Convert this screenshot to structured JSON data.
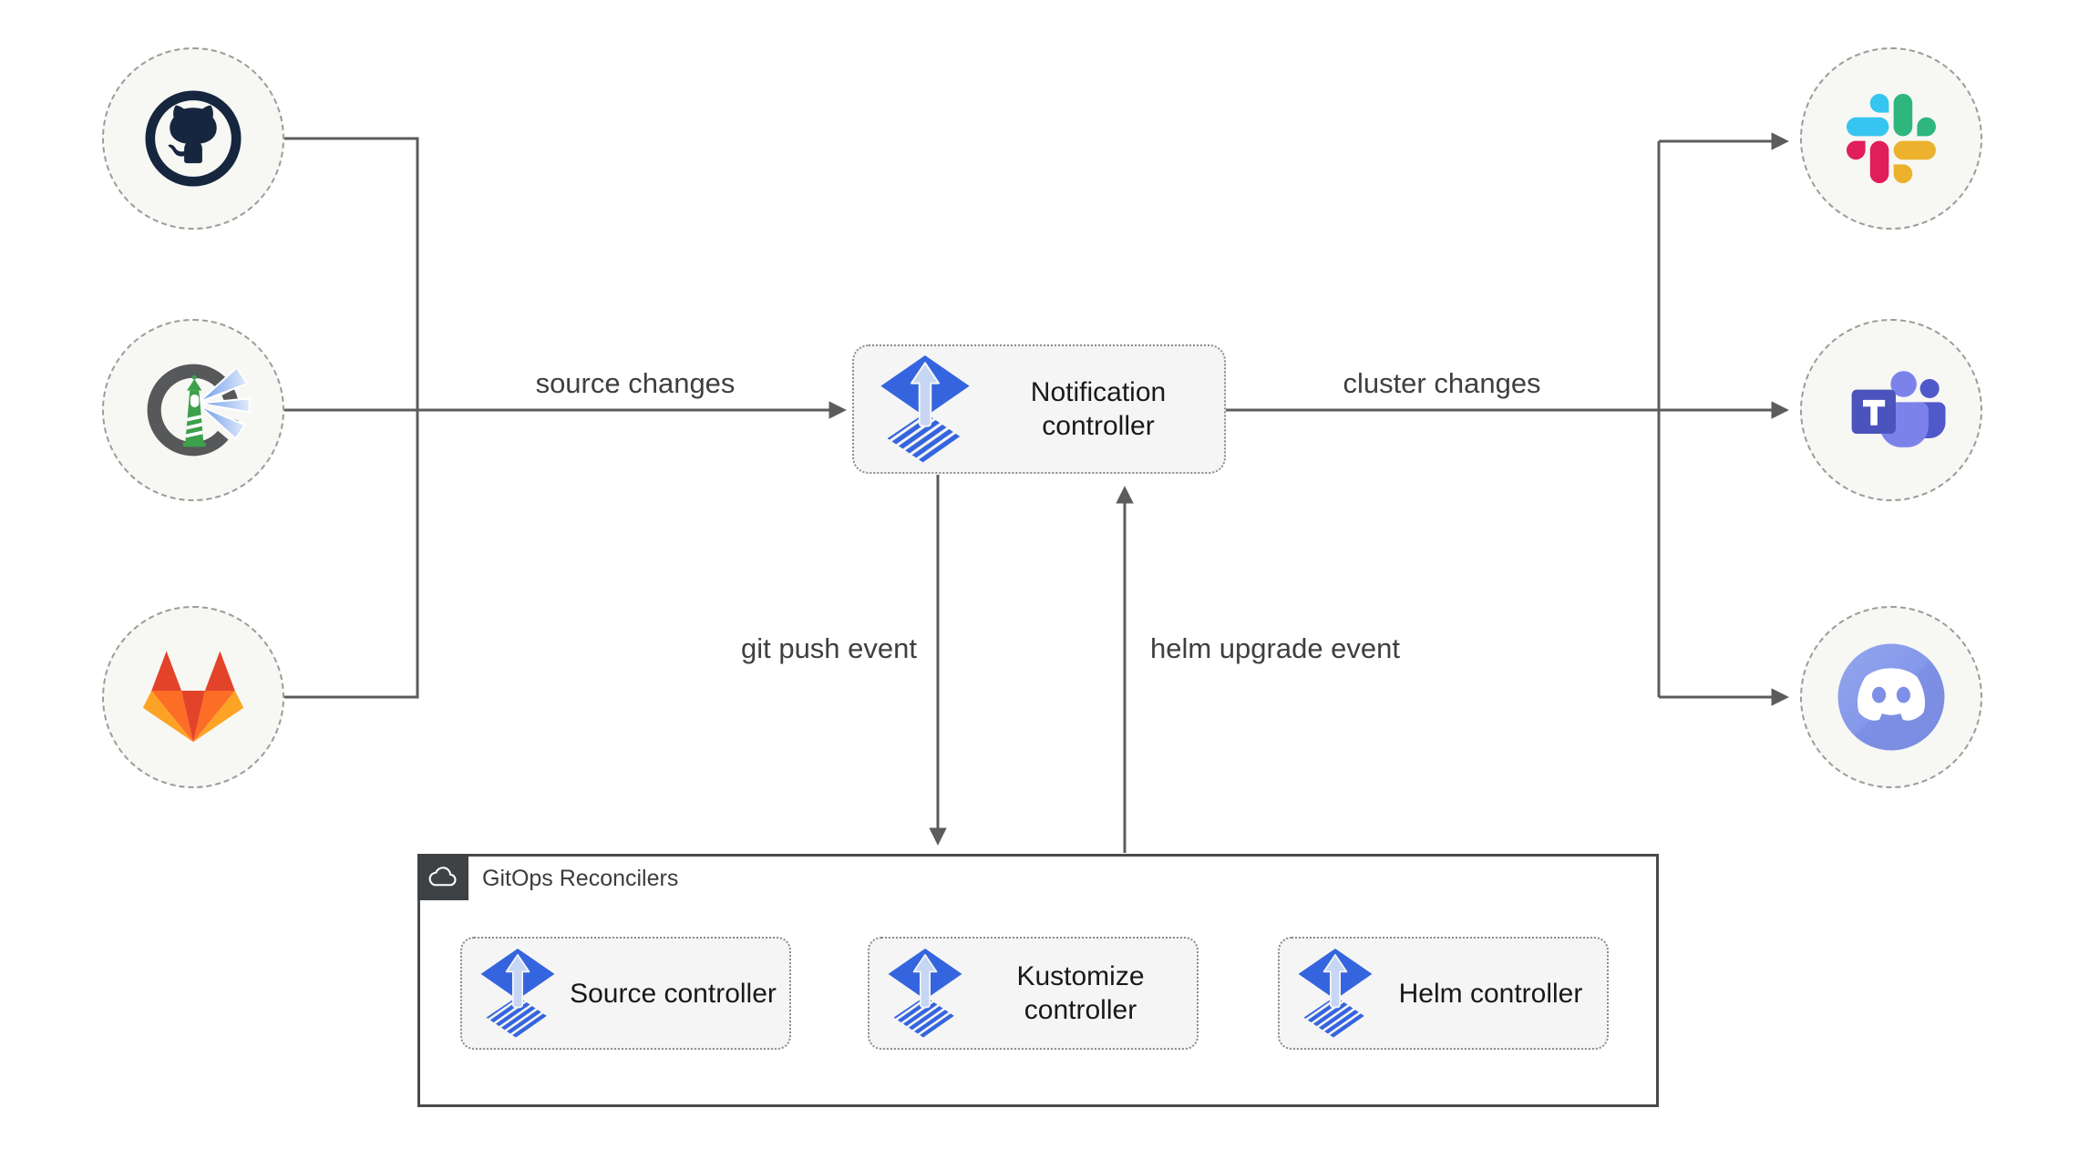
{
  "nodes": {
    "notification": {
      "label": "Notification controller"
    },
    "source": {
      "label": "Source controller"
    },
    "kustomize": {
      "label": "Kustomize controller"
    },
    "helm": {
      "label": "Helm controller"
    }
  },
  "group": {
    "title": "GitOps Reconcilers"
  },
  "edges": {
    "source_changes": "source changes",
    "cluster_changes": "cluster changes",
    "git_push_event": "git push event",
    "helm_upgrade_event": "helm upgrade event"
  },
  "icons": {
    "sources": [
      "github-icon",
      "harbor-icon",
      "gitlab-icon"
    ],
    "targets": [
      "slack-icon",
      "teams-icon",
      "discord-icon"
    ],
    "node_icon": "flux-icon",
    "group_icon": "cloud-icon"
  },
  "colors": {
    "flux_blue": "#3565de",
    "flux_arrow": "#c6d6f4",
    "connector_gray": "#5c5c5c",
    "node_fill": "#f5f5f5",
    "node_border": "#8c8c8c",
    "circle_fill": "#f7f7f4",
    "circle_border": "#9b9b9b",
    "group_border": "#4a4a4a",
    "group_badge": "#3f4245",
    "github_navy": "#16263f",
    "gitlab_red": "#e24329",
    "gitlab_orange": "#fc6d26",
    "gitlab_yellow": "#fca326",
    "harbor_gray": "#56585a",
    "harbor_green": "#3da04b",
    "slack_blue": "#36c5f0",
    "slack_green": "#2eb67d",
    "slack_red": "#e01e5a",
    "slack_yellow": "#ecb22e",
    "teams_purple": "#4b53bc",
    "teams_light": "#7b83eb",
    "discord_periwinkle": "#7d8fe6"
  }
}
